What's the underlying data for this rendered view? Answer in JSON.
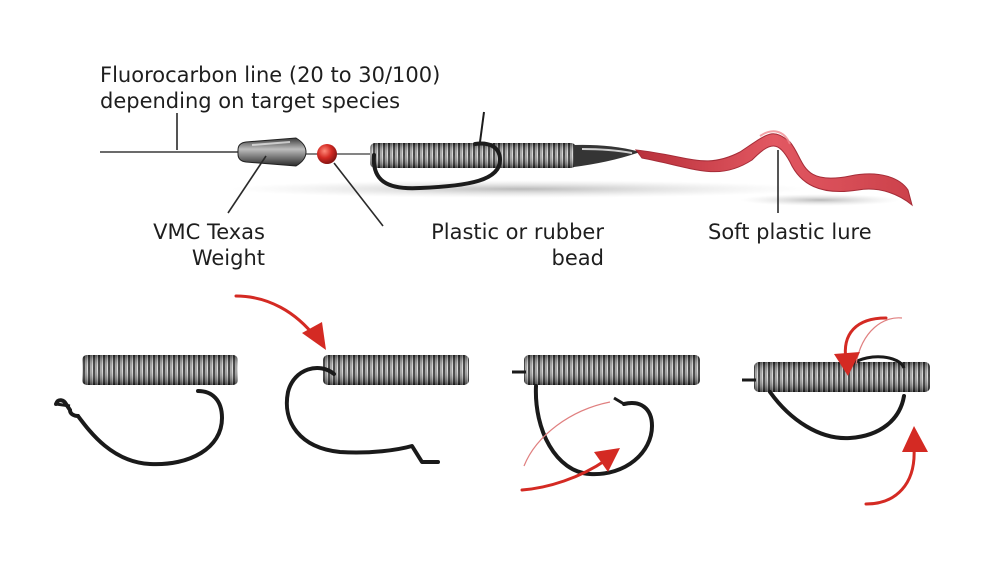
{
  "labels": {
    "line_1": "Fluorocarbon line (20 to 30/100)",
    "line_2": "depending on target species",
    "weight_1": "VMC Texas",
    "weight_2": "Weight",
    "bead_1": "Plastic or rubber",
    "bead_2": "bead",
    "lure": "Soft plastic lure"
  },
  "colors": {
    "accent_red": "#d42a23",
    "ink": "#1e1e1e",
    "lure_red": "#c8323c",
    "metal": "#4a4a4a"
  },
  "icons": {
    "weight": "bullet-sinker-icon",
    "bead": "bead-icon",
    "hook": "offset-hook-icon",
    "lure": "soft-plastic-worm-icon",
    "arrow": "curved-arrow-icon"
  }
}
